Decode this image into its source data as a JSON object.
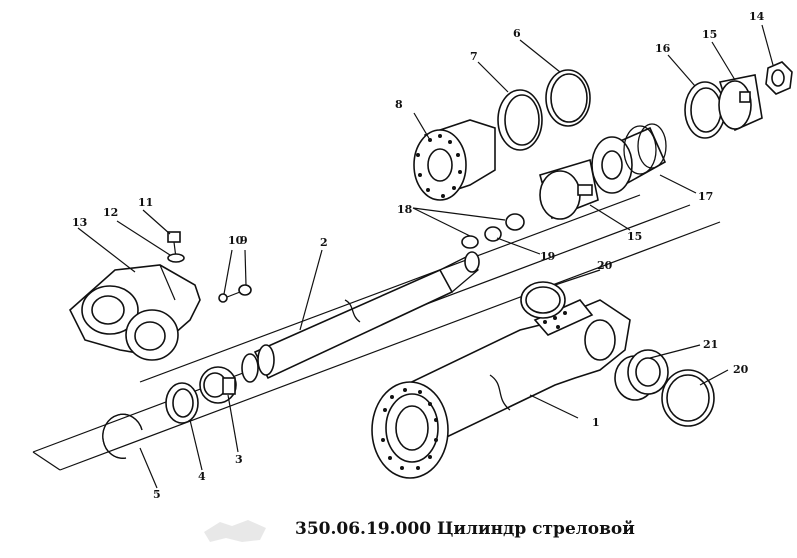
{
  "drawing": {
    "caption": "350.06.19.000  Цилиндр  стреловой",
    "part_numbers": [
      "1",
      "2",
      "3",
      "4",
      "5",
      "8",
      "9",
      "10",
      "11",
      "12",
      "13",
      "14",
      "15",
      "15",
      "16",
      "17",
      "18",
      "19",
      "20",
      "20",
      "21",
      "6",
      "7"
    ]
  }
}
